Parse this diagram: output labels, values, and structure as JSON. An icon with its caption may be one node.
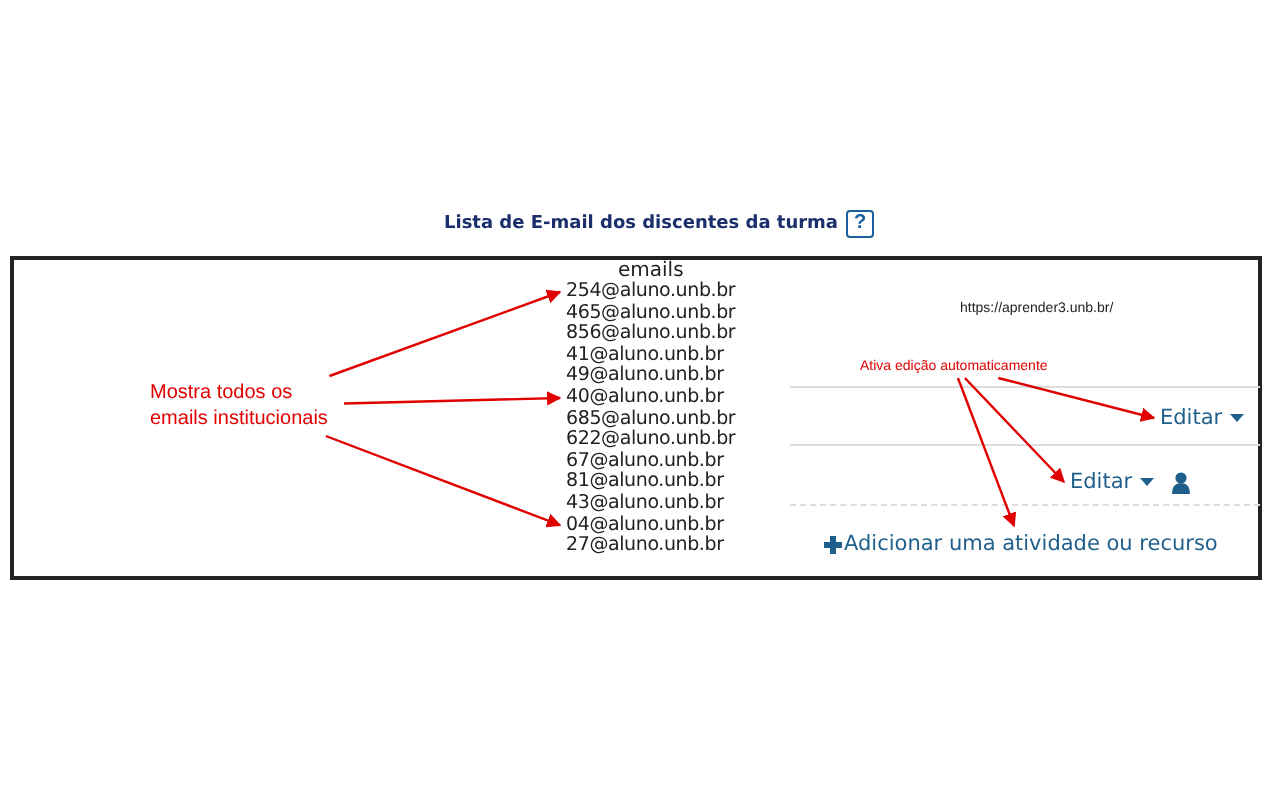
{
  "diagram": {
    "nodes": [
      {
        "text": [
          "Mostra todos os emails institucionais"
        ]
      },
      {
        "text": [
          "254@aluno.unb.br"
        ]
      },
      {
        "text": [
          "465@aluno.unb.br"
        ]
      },
      {
        "text": [
          "856@aluno.unb.br"
        ]
      },
      {
        "text": [
          "41@aluno.unb.br"
        ]
      },
      {
        "text": [
          "49@aluno.unb.br"
        ]
      },
      {
        "text": [
          "40@aluno.unb.br"
        ]
      },
      {
        "text": [
          "685@aluno.unb.br"
        ]
      },
      {
        "text": [
          "622@aluno.unb.br"
        ]
      },
      {
        "text": [
          "67@aluno.unb.br"
        ]
      },
      {
        "text": [
          "81@aluno.unb.br"
        ]
      },
      {
        "text": [
          "43@aluno.unb.br"
        ]
      },
      {
        "text": [
          "04@aluno.unb.br"
        ]
      },
      {
        "text": [
          "27@aluno.unb.br"
        ]
      },
      {
        "text": [
          "Ativa edição automaticamente"
        ]
      },
      {
        "text": [
          "Editar"
        ]
      },
      {
        "text": [
          "Editar"
        ]
      },
      {
        "text": [
          "Adicionar uma atividade ou recurso"
        ]
      }
    ],
    "edges": [
      {
        "from": 0,
        "to": 1,
        "arrow": "to"
      },
      {
        "from": 0,
        "to": 6,
        "arrow": "to"
      },
      {
        "from": 0,
        "to": 12,
        "arrow": "to"
      },
      {
        "from": 14,
        "to": 15,
        "arrow": "to"
      },
      {
        "from": 14,
        "to": 16,
        "arrow": "to"
      },
      {
        "from": 14,
        "to": 17,
        "arrow": "to"
      }
    ],
    "labels": [
      "Lista de E-mail dos discentes da turma",
      "?",
      "emails",
      "https://aprender3.unb.br/"
    ]
  }
}
